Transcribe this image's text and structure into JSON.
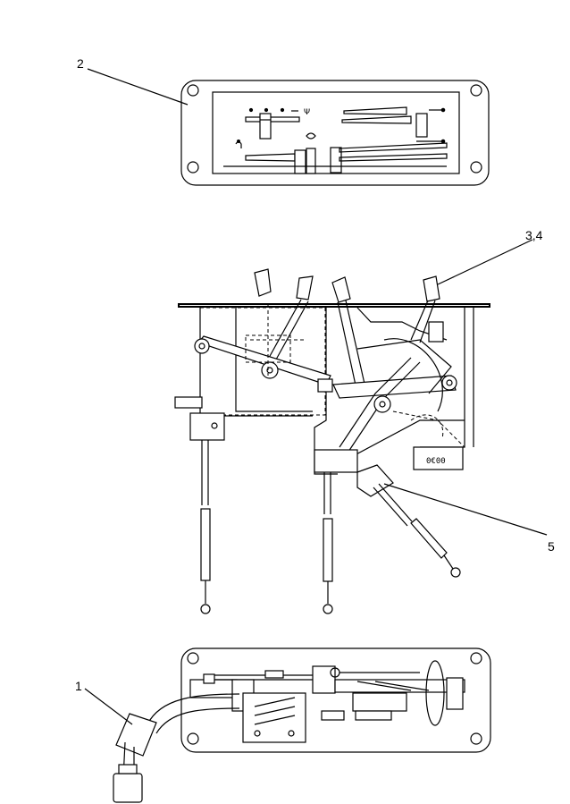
{
  "callouts": {
    "part_1": "1",
    "part_2": "2",
    "part_3_4": "3,4",
    "part_5": "5"
  },
  "panel_glyph": "Ψ"
}
